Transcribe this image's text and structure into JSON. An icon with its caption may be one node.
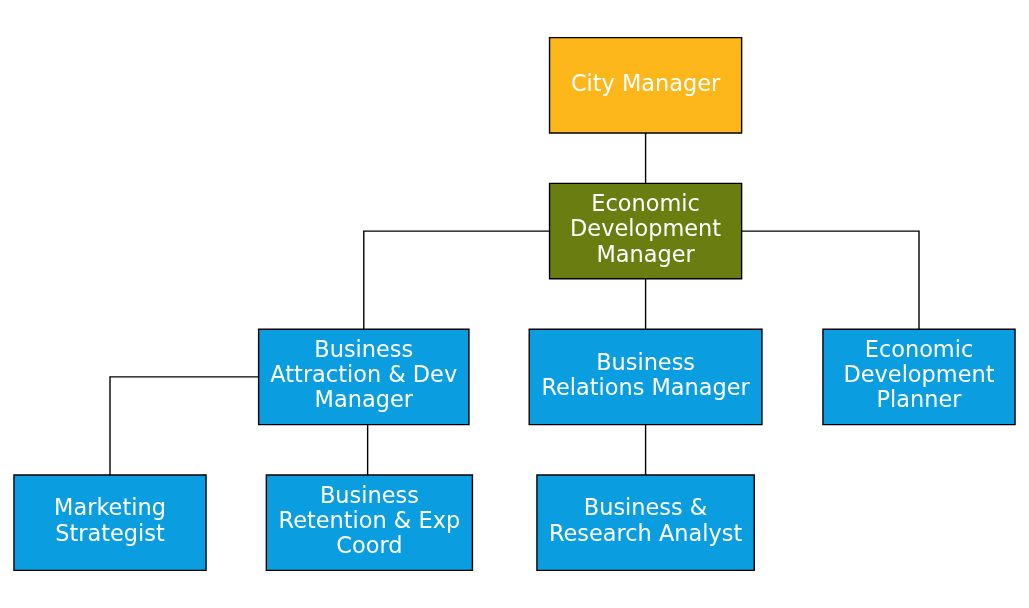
{
  "diagram": {
    "nodes": [
      {
        "text": [
          "City Manager"
        ]
      },
      {
        "text": [
          "Economic Development Manager"
        ]
      },
      {
        "text": [
          "Business Attraction & Dev Manager"
        ]
      },
      {
        "text": [
          "Business Relations Manager"
        ]
      },
      {
        "text": [
          "Economic Development Planner"
        ]
      },
      {
        "text": [
          "Marketing Strategist"
        ]
      },
      {
        "text": [
          "Business Retention & Exp Coord"
        ]
      },
      {
        "text": [
          "Business & Research Analyst"
        ]
      }
    ],
    "edges": [
      {
        "from": 0,
        "to": 1,
        "arrow": "none"
      },
      {
        "from": 1,
        "to": 2,
        "arrow": "none"
      },
      {
        "from": 1,
        "to": 3,
        "arrow": "none"
      },
      {
        "from": 1,
        "to": 4,
        "arrow": "none"
      },
      {
        "from": 2,
        "to": 5,
        "arrow": "none"
      },
      {
        "from": 2,
        "to": 6,
        "arrow": "none"
      },
      {
        "from": 3,
        "to": 7,
        "arrow": "none"
      }
    ]
  }
}
